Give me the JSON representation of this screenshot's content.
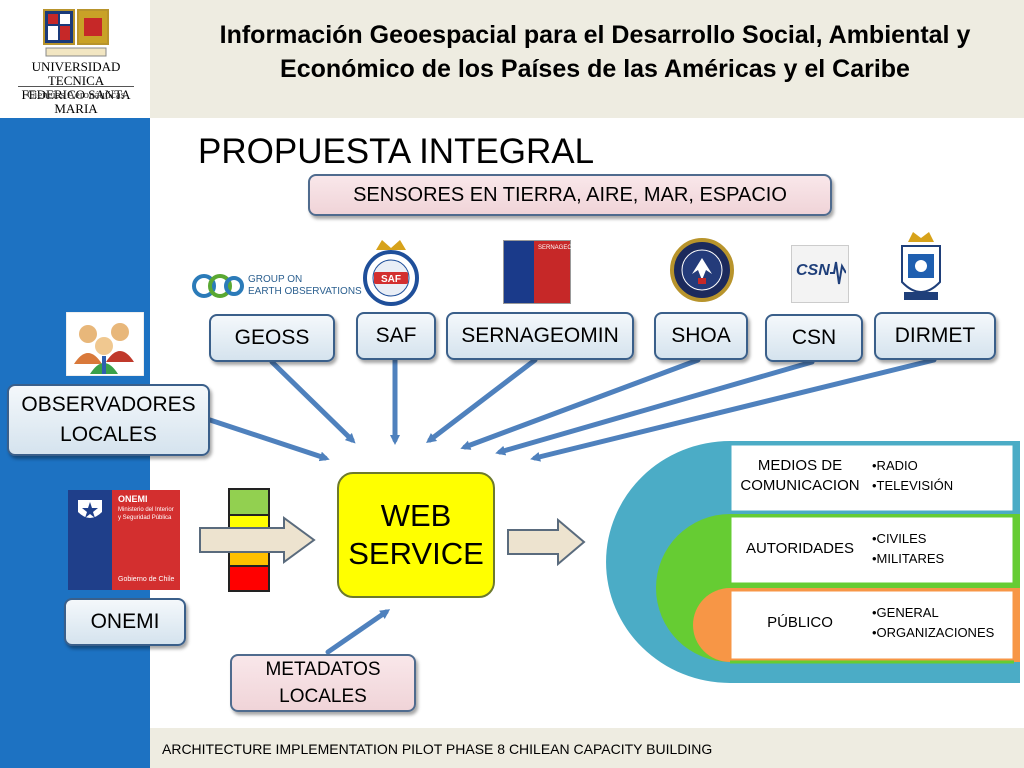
{
  "header": {
    "university_name_line1": "UNIVERSIDAD TECNICA",
    "university_name_line2": "FEDERICO SANTA MARIA",
    "department": "Ciencias Aeronáuticas",
    "title": "Información Geoespacial para el Desarrollo Social, Ambiental y Económico de los Países de las Américas y el Caribe"
  },
  "slide": {
    "title": "PROPUESTA INTEGRAL",
    "sensors_banner": "SENSORES EN TIERRA, AIRE, MAR, ESPACIO"
  },
  "logos": {
    "geo_line1": "GROUP ON",
    "geo_line2": "EARTH OBSERVATIONS",
    "saf_text": "SAF",
    "sernageomin_text": "SERNAGEOMIN",
    "csn_text": "CSN",
    "onemi_line1": "ONEMI",
    "onemi_line2": "Ministerio del Interior",
    "onemi_line3": "y Seguridad Pública",
    "onemi_footer": "Gobierno de Chile"
  },
  "agencies": [
    "GEOSS",
    "SAF",
    "SERNAGEOMIN",
    "SHOA",
    "CSN",
    "DIRMET"
  ],
  "nodes": {
    "observers_line1": "OBSERVADORES",
    "observers_line2": "LOCALES",
    "onemi": "ONEMI",
    "web_service_line1": "WEB",
    "web_service_line2": "SERVICE",
    "metadata_line1": "METADATOS",
    "metadata_line2": "LOCALES"
  },
  "alert_levels": [
    "#92d050",
    "#ffff00",
    "#ffc000",
    "#ff0000"
  ],
  "audiences": [
    {
      "tier": "MEDIOS DE COMUNICACION",
      "items": [
        "•RADIO",
        "•TELEVISIÓN"
      ]
    },
    {
      "tier": "AUTORIDADES",
      "items": [
        "•CIVILES",
        "•MILITARES"
      ]
    },
    {
      "tier": "PÚBLICO",
      "items": [
        "•GENERAL",
        "•ORGANIZACIONES"
      ]
    }
  ],
  "footer": "ARCHITECTURE IMPLEMENTATION PILOT PHASE 8  CHILEAN CAPACITY BUILDING",
  "colors": {
    "strip_blue": "#1d72c2",
    "arrow_blue": "#4f81bd",
    "web_service_yellow": "#ffff00",
    "tier_outer": "#4bacc6",
    "tier_middle": "#66cc33",
    "tier_inner": "#f79646"
  }
}
